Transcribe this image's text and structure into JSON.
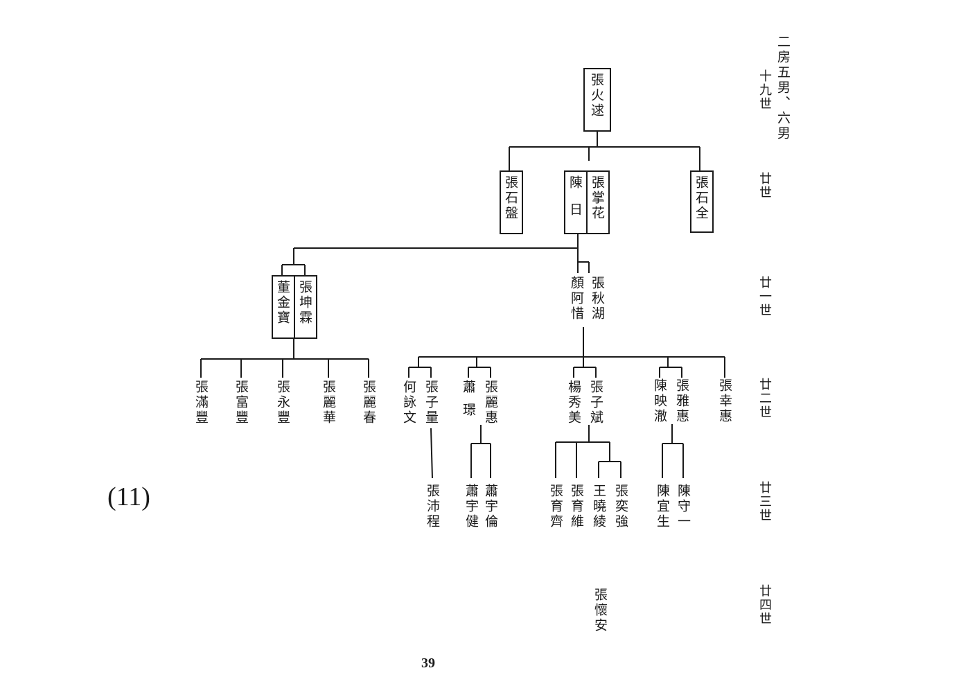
{
  "header_note": "二房五男、六男",
  "panel_label": "(11)",
  "page_number": "39",
  "generations": [
    "十九世",
    "廿世",
    "廿一世",
    "廿二世",
    "廿三世",
    "廿四世"
  ],
  "people": {
    "g19": "張火逑",
    "g20_a": "張石盤",
    "g20_b_husband": "張掌花",
    "g20_b_wife": "陳日",
    "g20_c": "張石全",
    "g21_a_husband": "張坤霖",
    "g21_a_wife": "董金寶",
    "g21_b_husband": "張秋湖",
    "g21_b_wife": "顏阿惜",
    "g22_1": "張滿豐",
    "g22_2": "張富豐",
    "g22_3": "張永豐",
    "g22_4": "張麗華",
    "g22_5": "張麗春",
    "g22_6_wife": "何詠文",
    "g22_6_husband": "張子量",
    "g22_7_husband": "蕭璟",
    "g22_7_wife": "張麗惠",
    "g22_8_wife": "楊秀美",
    "g22_8_husband": "張子斌",
    "g22_9_husband": "陳映澈",
    "g22_9_wife": "張雅惠",
    "g22_10": "張幸惠",
    "g23_1": "張沛程",
    "g23_2": "蕭宇健",
    "g23_3": "蕭宇倫",
    "g23_4": "張育齊",
    "g23_5": "張育維",
    "g23_6_wife": "王曉綾",
    "g23_6_husband": "張奕強",
    "g23_7": "陳宜生",
    "g23_8": "陳守一",
    "g24_1": "張懷安"
  }
}
